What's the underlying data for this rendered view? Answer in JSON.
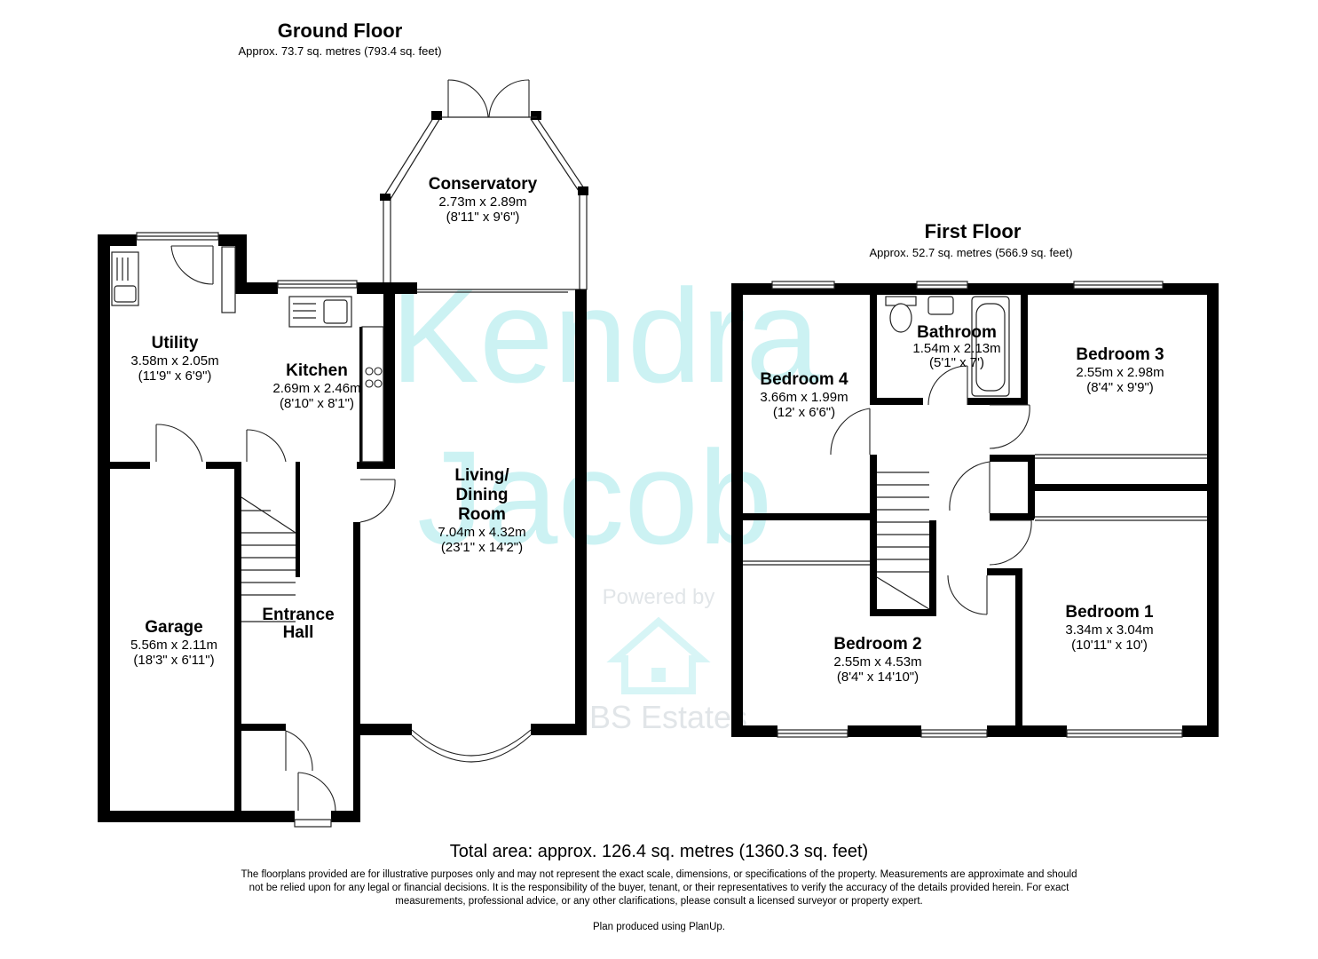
{
  "ground_floor": {
    "title": "Ground Floor",
    "area": "Approx. 73.7 sq. metres (793.4 sq. feet)",
    "rooms": {
      "conservatory": {
        "name": "Conservatory",
        "metric": "2.73m x 2.89m",
        "imperial": "(8'11\" x 9'6\")"
      },
      "utility": {
        "name": "Utility",
        "metric": "3.58m x 2.05m",
        "imperial": "(11'9\" x 6'9\")"
      },
      "kitchen": {
        "name": "Kitchen",
        "metric": "2.69m x 2.46m",
        "imperial": "(8'10\" x 8'1\")"
      },
      "living": {
        "name_line1": "Living/",
        "name_line2": "Dining",
        "name_line3": "Room",
        "metric": "7.04m x 4.32m",
        "imperial": "(23'1\" x 14'2\")"
      },
      "garage": {
        "name": "Garage",
        "metric": "5.56m x 2.11m",
        "imperial": "(18'3\" x 6'11\")"
      },
      "hall": {
        "name_line1": "Entrance",
        "name_line2": "Hall"
      }
    }
  },
  "first_floor": {
    "title": "First Floor",
    "area": "Approx. 52.7 sq. metres (566.9 sq. feet)",
    "rooms": {
      "bathroom": {
        "name": "Bathroom",
        "metric": "1.54m x 2.13m",
        "imperial": "(5'1\" x 7')"
      },
      "bedroom3": {
        "name": "Bedroom 3",
        "metric": "2.55m x 2.98m",
        "imperial": "(8'4\" x 9'9\")"
      },
      "bedroom4": {
        "name": "Bedroom 4",
        "metric": "3.66m x 1.99m",
        "imperial": "(12' x 6'6\")"
      },
      "bedroom1": {
        "name": "Bedroom 1",
        "metric": "3.34m x 3.04m",
        "imperial": "(10'11\" x 10')"
      },
      "bedroom2": {
        "name": "Bedroom 2",
        "metric": "2.55m x 4.53m",
        "imperial": "(8'4\" x 14'10\")"
      }
    }
  },
  "watermark": {
    "line1": "Kendra",
    "line2": "Jacob",
    "powered": "Powered by",
    "agency": "IBS Estates"
  },
  "footer": {
    "total": "Total area: approx. 126.4 sq. metres (1360.3 sq. feet)",
    "disclaimer": "The floorplans provided are for illustrative purposes only and may not represent the exact scale, dimensions, or specifications of the property. Measurements are approximate and should not be relied upon for any legal or financial decisions. It is the responsibility of the buyer, tenant, or their representatives to verify the accuracy of the details provided herein.  For exact measurements, professional advice, or any other clarifications, please consult a licensed surveyor or property expert.",
    "produced": "Plan produced using PlanUp."
  }
}
